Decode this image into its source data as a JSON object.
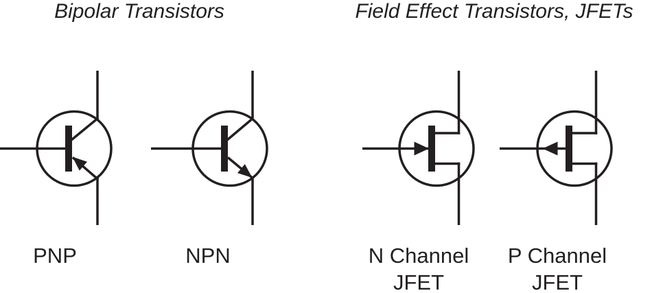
{
  "page": {
    "background": "#ffffff",
    "ink_color": "#231f20"
  },
  "sections": {
    "bipolar": {
      "title": "Bipolar Transistors",
      "symbols": {
        "pnp": {
          "label": "PNP"
        },
        "npn": {
          "label": "NPN"
        }
      }
    },
    "fet": {
      "title": "Field Effect Transistors, JFETs",
      "symbols": {
        "n_channel_jfet": {
          "label_line1": "N Channel",
          "label_line2": "JFET"
        },
        "p_channel_jfet": {
          "label_line1": "P Channel",
          "label_line2": "JFET"
        }
      }
    }
  }
}
